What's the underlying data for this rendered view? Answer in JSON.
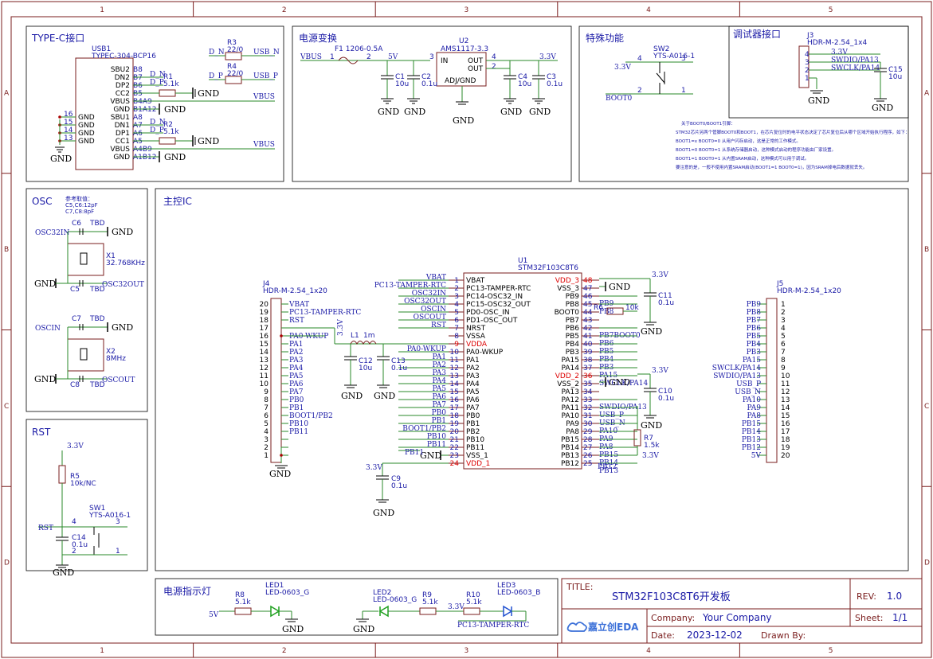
{
  "frame": {
    "cols": [
      "1",
      "2",
      "3",
      "4",
      "5"
    ],
    "rows": [
      "A",
      "B",
      "C",
      "D"
    ]
  },
  "sections": {
    "typec": "TYPE-C接口",
    "power": "电源变换",
    "special": "特殊功能",
    "debug": "调试器接口",
    "osc": "OSC",
    "mcu": "主控IC",
    "rst": "RST",
    "led": "电源指示灯"
  },
  "typec": {
    "ref": "USB1",
    "part": "TYPEC-304-BCP16",
    "pins_left": [
      {
        "num": "16",
        "name": "GND"
      },
      {
        "num": "15",
        "name": "GND"
      },
      {
        "num": "14",
        "name": "GND"
      },
      {
        "num": "13",
        "name": "GND"
      }
    ],
    "pins_right": [
      {
        "name": "SBU2",
        "pin": "B8"
      },
      {
        "name": "DN2",
        "pin": "B7",
        "net": "D_N"
      },
      {
        "name": "DP2",
        "pin": "B6",
        "net": "D_P"
      },
      {
        "name": "CC2",
        "pin": "B5"
      },
      {
        "name": "VBUS",
        "pin": "B4A9"
      },
      {
        "name": "GND",
        "pin": "B1A12"
      },
      {
        "name": "SBU1",
        "pin": "A8"
      },
      {
        "name": "DN1",
        "pin": "A7",
        "net": "D_N"
      },
      {
        "name": "DP1",
        "pin": "A6",
        "net": "D_P"
      },
      {
        "name": "CC1",
        "pin": "A5"
      },
      {
        "name": "VBUS",
        "pin": "A4B9"
      },
      {
        "name": "GND",
        "pin": "A1B12"
      }
    ],
    "r1": {
      "ref": "R1",
      "val": "5.1k"
    },
    "r2": {
      "ref": "R2",
      "val": "5.1k"
    },
    "r3": {
      "ref": "R3",
      "val": "22/0",
      "in": "D_N",
      "out": "USB_N"
    },
    "r4": {
      "ref": "R4",
      "val": "22/0",
      "in": "D_P",
      "out": "USB_P"
    },
    "vbus": "VBUS",
    "gnd": "GND"
  },
  "power": {
    "vbus": "VBUS",
    "fuse": "F1  1206-0.5A",
    "fuse_p1": "1",
    "fuse_p2": "2",
    "net5v": "5V",
    "net33": "3.3V",
    "u2_ref": "U2",
    "u2_part": "AMS1117-3.3",
    "u2_in": "IN",
    "u2_out1": "OUT",
    "u2_out2": "OUT",
    "u2_adj": "ADJ/GND",
    "u2_pin3": "3",
    "u2_pin4": "4",
    "u2_pin2": "2",
    "c1": {
      "ref": "C1",
      "val": "10u"
    },
    "c2": {
      "ref": "C2",
      "val": "0.1u"
    },
    "c4": {
      "ref": "C4",
      "val": "10u"
    },
    "c3": {
      "ref": "C3",
      "val": "0.1u"
    },
    "gnd": "GND"
  },
  "special": {
    "sw_ref": "SW2",
    "sw_part": "YTS-A016-1",
    "v33": "3.3V",
    "boot0": "BOOT0",
    "p4": "4",
    "p3": "3",
    "p2": "2",
    "p1": "1",
    "note_title": "关于BOOT0/BOOT1引脚：",
    "note_lines": [
      "STM32芯片另两个管脚BOOT0和BOOT1，在芯片复位时的电平状态决定了芯片复位后从哪个区域开始执行程序，如下：",
      "BOOT1=x  BOOT0=0  从用户闪存启动，这是正常的工作模式。",
      "BOOT1=0  BOOT0=1  从系统存储器启动，这种模式启动的程序功能由厂家设置。",
      "BOOT1=1  BOOT0=1  从内置SRAM启动，这种模式可以用于调试。",
      "要注意的是，一般不使用内置SRAM启动(BOOT1=1  BOOT0=1)，因为SRAM掉电后数据就丢失。"
    ]
  },
  "debug": {
    "ref": "J3",
    "part": "HDR-M-2.54_1x4",
    "pins": [
      {
        "num": "4",
        "net": "3.3V"
      },
      {
        "num": "3",
        "net": "SWDIO/PA13"
      },
      {
        "num": "2",
        "net": "SWCLK/PA14"
      },
      {
        "num": "1",
        "net": ""
      }
    ],
    "c15": {
      "ref": "C15",
      "val": "10u"
    },
    "gnd": "GND"
  },
  "osc": {
    "note1": "参考取值：",
    "note2": "C5,C6:12pF",
    "note3": "C7,C8:8pF",
    "c6": {
      "ref": "C6",
      "val": "TBD"
    },
    "c5": {
      "ref": "C5",
      "val": "TBD"
    },
    "c7": {
      "ref": "C7",
      "val": "TBD"
    },
    "c8": {
      "ref": "C8",
      "val": "TBD"
    },
    "x1": {
      "ref": "X1",
      "val": "32.768KHz"
    },
    "x2": {
      "ref": "X2",
      "val": "8MHz"
    },
    "osc32in": "OSC32IN",
    "osc32out": "OSC32OUT",
    "oscin": "OSCIN",
    "oscout": "OSCOUT",
    "gnd": "GND"
  },
  "mcu": {
    "ref": "U1",
    "part": "STM32F103C8T6",
    "left_pins": [
      {
        "num": "1",
        "name": "VBAT",
        "net": "VBAT"
      },
      {
        "num": "2",
        "name": "PC13-TAMPER-RTC",
        "net": "PC13-TAMPER-RTC"
      },
      {
        "num": "3",
        "name": "PC14-OSC32_IN",
        "net": "OSC32IN"
      },
      {
        "num": "4",
        "name": "PC15-OSC32_OUT",
        "net": "OSC32OUT"
      },
      {
        "num": "5",
        "name": "PD0-OSC_IN",
        "net": "OSCIN"
      },
      {
        "num": "6",
        "name": "PD1-OSC_OUT",
        "net": "OSCOUT"
      },
      {
        "num": "7",
        "name": "NRST",
        "net": "RST"
      },
      {
        "num": "8",
        "name": "VSSA",
        "net": ""
      },
      {
        "num": "9",
        "name": "VDDA",
        "net": ""
      },
      {
        "num": "10",
        "name": "PA0-WKUP",
        "net": "PA0-WKUP"
      },
      {
        "num": "11",
        "name": "PA1",
        "net": "PA1"
      },
      {
        "num": "12",
        "name": "PA2",
        "net": "PA2"
      },
      {
        "num": "13",
        "name": "PA3",
        "net": "PA3"
      },
      {
        "num": "14",
        "name": "PA4",
        "net": "PA4"
      },
      {
        "num": "15",
        "name": "PA5",
        "net": "PA5"
      },
      {
        "num": "16",
        "name": "PA6",
        "net": "PA6"
      },
      {
        "num": "17",
        "name": "PA7",
        "net": "PA7"
      },
      {
        "num": "18",
        "name": "PB0",
        "net": "PB0"
      },
      {
        "num": "19",
        "name": "PB1",
        "net": "PB1"
      },
      {
        "num": "20",
        "name": "PB2",
        "net": "BOOT1/PB2"
      },
      {
        "num": "21",
        "name": "PB10",
        "net": "PB10"
      },
      {
        "num": "22",
        "name": "PB11",
        "net": "PB11"
      },
      {
        "num": "23",
        "name": "VSS_1",
        "net": ""
      },
      {
        "num": "24",
        "name": "VDD_1",
        "net": ""
      }
    ],
    "right_pins": [
      {
        "num": "48",
        "name": "VDD_3",
        "net": ""
      },
      {
        "num": "47",
        "name": "VSS_3",
        "net": ""
      },
      {
        "num": "46",
        "name": "PB9",
        "net": "PB9"
      },
      {
        "num": "45",
        "name": "PB8",
        "net": "PB8"
      },
      {
        "num": "44",
        "name": "BOOT0",
        "net": ""
      },
      {
        "num": "43",
        "name": "PB7",
        "net": ""
      },
      {
        "num": "42",
        "name": "PB6",
        "net": "PB7BOOT0"
      },
      {
        "num": "41",
        "name": "PB5",
        "net": "PB6"
      },
      {
        "num": "40",
        "name": "PB4",
        "net": "PB5"
      },
      {
        "num": "39",
        "name": "PB3",
        "net": "PB4"
      },
      {
        "num": "38",
        "name": "PA15",
        "net": "PB3"
      },
      {
        "num": "37",
        "name": "PA14",
        "net": "PA15"
      },
      {
        "num": "36",
        "name": "VDD_2",
        "net": "SWCLK/PA14"
      },
      {
        "num": "35",
        "name": "VSS_2",
        "net": ""
      },
      {
        "num": "34",
        "name": "PA13",
        "net": ""
      },
      {
        "num": "33",
        "name": "PA12",
        "net": "SWDIO/PA13"
      },
      {
        "num": "32",
        "name": "PA11",
        "net": "USB_P"
      },
      {
        "num": "31",
        "name": "PA10",
        "net": "USB_N"
      },
      {
        "num": "30",
        "name": "PA9",
        "net": "PA10"
      },
      {
        "num": "29",
        "name": "PA8",
        "net": "PA9"
      },
      {
        "num": "28",
        "name": "PB15",
        "net": "PA8"
      },
      {
        "num": "27",
        "name": "PB14",
        "net": "PB15"
      },
      {
        "num": "26",
        "name": "PB13",
        "net": "PB14"
      },
      {
        "num": "25",
        "name": "PB12",
        "net": "PB13"
      }
    ],
    "extra_net_pb12": "PB12",
    "vss1_net": "PB11",
    "r6": {
      "ref": "R6",
      "val": "10k"
    },
    "r7": {
      "ref": "R7",
      "val": "1.5k"
    },
    "c9": {
      "ref": "C9",
      "val": "0.1u"
    },
    "c10": {
      "ref": "C10",
      "val": "0.1u"
    },
    "c11": {
      "ref": "C11",
      "val": "0.1u"
    },
    "c12": {
      "ref": "C12",
      "val": "10u"
    },
    "c13": {
      "ref": "C13",
      "val": "0.1u"
    },
    "l1": {
      "ref": "L1",
      "val": "1m"
    },
    "v33": "3.3V",
    "gnd": "GND"
  },
  "j4": {
    "ref": "J4",
    "part": "HDR-M-2.54_1x20",
    "pins": [
      {
        "num": "20",
        "net": "VBAT"
      },
      {
        "num": "19",
        "net": "PC13-TAMPER-RTC"
      },
      {
        "num": "18",
        "net": "RST"
      },
      {
        "num": "17",
        "net": ""
      },
      {
        "num": "16",
        "net": "PA0-WKUP"
      },
      {
        "num": "15",
        "net": "PA1"
      },
      {
        "num": "14",
        "net": "PA2"
      },
      {
        "num": "13",
        "net": "PA3"
      },
      {
        "num": "12",
        "net": "PA4"
      },
      {
        "num": "11",
        "net": "PA5"
      },
      {
        "num": "10",
        "net": "PA6"
      },
      {
        "num": "9",
        "net": "PA7"
      },
      {
        "num": "8",
        "net": "PB0"
      },
      {
        "num": "7",
        "net": "PB1"
      },
      {
        "num": "6",
        "net": "BOOT1/PB2"
      },
      {
        "num": "5",
        "net": "PB10"
      },
      {
        "num": "4",
        "net": "PB11"
      },
      {
        "num": "3",
        "net": ""
      },
      {
        "num": "2",
        "net": ""
      },
      {
        "num": "1",
        "net": ""
      }
    ],
    "v33": "3.3V",
    "gnd": "GND"
  },
  "j5": {
    "ref": "J5",
    "part": "HDR-M-2.54_1x20",
    "pins": [
      {
        "num": "1",
        "net": "PB9"
      },
      {
        "num": "2",
        "net": "PB8"
      },
      {
        "num": "3",
        "net": "PB7"
      },
      {
        "num": "4",
        "net": "PB6"
      },
      {
        "num": "5",
        "net": "PB5"
      },
      {
        "num": "6",
        "net": "PB4"
      },
      {
        "num": "7",
        "net": "PB3"
      },
      {
        "num": "8",
        "net": "PA15"
      },
      {
        "num": "9",
        "net": "SWCLK/PA14"
      },
      {
        "num": "10",
        "net": "SWDIO/PA13"
      },
      {
        "num": "11",
        "net": "USB_P"
      },
      {
        "num": "12",
        "net": "USB_N"
      },
      {
        "num": "13",
        "net": "PA10"
      },
      {
        "num": "14",
        "net": "PA9"
      },
      {
        "num": "15",
        "net": "PA8"
      },
      {
        "num": "16",
        "net": "PB15"
      },
      {
        "num": "17",
        "net": "PB14"
      },
      {
        "num": "18",
        "net": "PB13"
      },
      {
        "num": "19",
        "net": "PB12"
      },
      {
        "num": "20",
        "net": "5V"
      }
    ]
  },
  "rst": {
    "v33": "3.3V",
    "r5": {
      "ref": "R5",
      "val": "10k/NC"
    },
    "sw1": {
      "ref": "SW1",
      "val": "YTS-A016-1"
    },
    "c14": {
      "ref": "C14",
      "val": "0.1u"
    },
    "net": "RST",
    "p4": "4",
    "p3": "3",
    "p2": "2",
    "p1": "1",
    "gnd": "GND"
  },
  "led": {
    "v5": "5V",
    "r8": {
      "ref": "R8",
      "val": "5.1k"
    },
    "led1": {
      "ref": "LED1",
      "val": "LED-0603_G"
    },
    "led2": {
      "ref": "LED2",
      "val": "LED-0603_G"
    },
    "r9": {
      "ref": "R9",
      "val": "5.1k"
    },
    "r10": {
      "ref": "R10",
      "val": "5.1k"
    },
    "led3": {
      "ref": "LED3",
      "val": "LED-0603_B"
    },
    "v33": "3.3V",
    "pc13": "PC13-TAMPER-RTC",
    "gnd": "GND"
  },
  "titleblock": {
    "title_lbl": "TITLE:",
    "title": "STM32F103C8T6开发板",
    "rev_lbl": "REV:",
    "rev": "1.0",
    "company_lbl": "Company:",
    "company": "Your Company",
    "sheet_lbl": "Sheet:",
    "sheet": "1/1",
    "date_lbl": "Date:",
    "date": "2023-12-02",
    "drawn_lbl": "Drawn By:",
    "logo": "嘉立创EDA"
  },
  "colors": {
    "frame": "#7a1d1d",
    "wire": "#2a8a2a",
    "net": "#1a1aa6",
    "pin_red": "#d00000",
    "body": "#7a1d1d"
  }
}
